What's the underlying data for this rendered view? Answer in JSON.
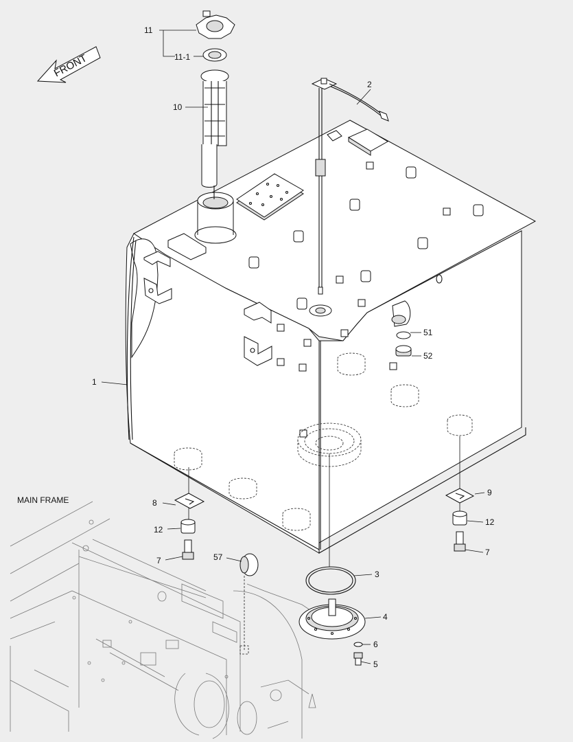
{
  "diagram": {
    "front_label": "FRONT",
    "main_frame_label": "MAIN FRAME",
    "callouts": {
      "p1": "1",
      "p2": "2",
      "p3": "3",
      "p4": "4",
      "p5": "5",
      "p6": "6",
      "p7a": "7",
      "p7b": "7",
      "p8": "8",
      "p9": "9",
      "p10": "10",
      "p11": "11",
      "p11_1": "11-1",
      "p12a": "12",
      "p12b": "12",
      "p51": "51",
      "p52": "52",
      "p57": "57"
    }
  }
}
